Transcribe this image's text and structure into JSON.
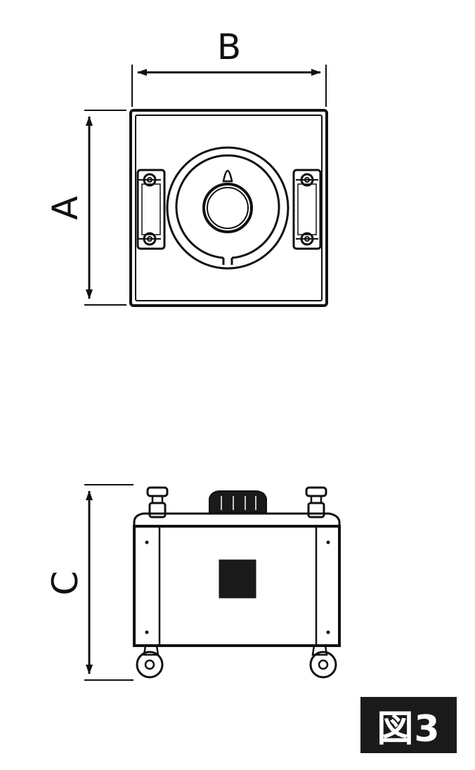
{
  "dimensions": {
    "width_label": "B",
    "height_label": "A",
    "depth_label": "C"
  },
  "figure": {
    "label": "図3"
  },
  "colors": {
    "line": "#111111",
    "badge_bg": "#1a1a1a",
    "badge_text": "#ffffff"
  }
}
